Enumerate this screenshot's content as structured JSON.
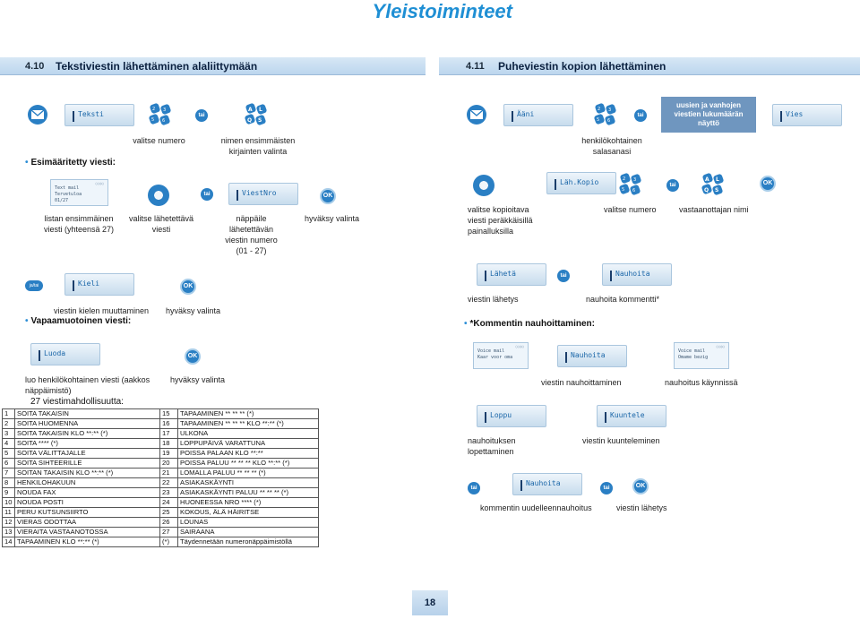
{
  "page": {
    "title": "Yleistoiminteet",
    "number": "18"
  },
  "icons": {
    "envelope": "envelope-icon",
    "keypad": "keypad-icon",
    "letters": "letters-icon",
    "nav": "navigator-icon",
    "ok": "ok-key-icon"
  },
  "left": {
    "section_number": "4.10",
    "section_title": "Tekstiviestin lähettäminen alaliittymään",
    "display_teksti": "Teksti",
    "or1": "tai",
    "lbl_valitse_numero": "valitse numero",
    "lbl_nimen": "nimen ensimmäisten kirjainten valinta",
    "head_predefined": "Esimääritetty viesti:",
    "screen_lines": [
      "Text mail",
      "Tervetuloa",
      "01/27"
    ],
    "or2": "tai",
    "display_viestnro": "ViestNro",
    "ok1": "OK",
    "lbl_listan": "listan ensimmäinen viesti (yhteensä 27)",
    "lbl_valitse_lahetettava": "valitse lähetettävä viesti",
    "lbl_nappaile": "näppäile lähetettävän viestin numero (01 - 27)",
    "lbl_hyvaksy1": "hyväksy valinta",
    "badge_ja_tai": "ja/tai",
    "display_kieli": "Kieli",
    "ok2": "OK",
    "lbl_kieli": "viestin kielen muuttaminen",
    "lbl_hyvaksy2": "hyväksy valinta",
    "head_free": "Vapaamuotoinen viesti:",
    "display_luoda": "Luoda",
    "ok3": "OK",
    "lbl_luo": "luo henkilökohtainen viesti (aakkos näppäimistö)",
    "lbl_hyvaksy3": "hyväksy valinta",
    "head_27": "27 viestimahdollisuutta:",
    "codes": [
      [
        "1",
        "SOITA TAKAISIN",
        "15",
        "TAPAAMINEN ** ** ** (*)"
      ],
      [
        "2",
        "SOITA HUOMENNA",
        "16",
        "TAPAAMINEN ** ** ** KLO **:** (*)"
      ],
      [
        "3",
        "SOITA TAKAISIN KLO **:** (*)",
        "17",
        "ULKONA"
      ],
      [
        "4",
        "SOITA **** (*)",
        "18",
        "LOPPUPÄIVÄ VARATTUNA"
      ],
      [
        "5",
        "SOITA VÄLITTAJALLE",
        "19",
        "POISSA PALAAN KLO **:**"
      ],
      [
        "6",
        "SOITA SIHTEERILLE",
        "20",
        "POISSA PALUU ** ** ** KLO **:** (*)"
      ],
      [
        "7",
        "SOITAN TAKAISIN KLO **:** (*)",
        "21",
        "LOMALLA PALUU ** ** ** (*)"
      ],
      [
        "8",
        "HENKILOHAKUUN",
        "22",
        "ASIAKASKÄYNTI"
      ],
      [
        "9",
        "NOUDA FAX",
        "23",
        "ASIAKASKÄYNTI PALUU ** ** ** (*)"
      ],
      [
        "10",
        "NOUDA POSTI",
        "24",
        "HUONEESSA NRO **** (*)"
      ],
      [
        "11",
        "PERU KUTSUNSIIRTO",
        "25",
        "KOKOUS, ÄLÄ HÄIRITSE"
      ],
      [
        "12",
        "VIERAS ODOTTAA",
        "26",
        "LOUNAS"
      ],
      [
        "13",
        "VIERAITA VASTAANOTOSSA",
        "27",
        "SAIRAANA"
      ],
      [
        "14",
        "TAPAAMINEN KLO **:** (*)",
        "(*)",
        "Täydennetään numeronäppäimistöllä"
      ]
    ]
  },
  "right": {
    "section_number": "4.11",
    "section_title": "Puheviestin kopion lähettäminen",
    "display_aani": "Ääni",
    "or1": "tai",
    "badge_text": "uusien ja vanhojen viestien lukumäärän näyttö",
    "display_vies": "Vies",
    "lbl_salasana": "henkilökohtainen salasanasi",
    "display_lahkopio": "Läh.Kopio",
    "or2": "tai",
    "ok1": "OK",
    "lbl_valitse_kopioitava": "valitse kopioitava viesti peräkkäisillä painalluksilla",
    "lbl_valitse_numero": "valitse numero",
    "lbl_vastaanottajan": "vastaanottajan nimi",
    "display_laheta": "Lähetä",
    "or3": "tai",
    "display_nauhoita": "Nauhoita",
    "lbl_viestin_lahetys": "viestin lähetys",
    "lbl_nauhoita_kommentti": "nauhoita kommentti*",
    "head_kommentin": "*Kommentin nauhoittaminen:",
    "screen1_lines": [
      "Voice mail",
      "Kaar voor oma"
    ],
    "display_nauhoita2": "Nauhoita",
    "screen2_lines": [
      "Voice mail",
      "Omame bezig"
    ],
    "lbl_viestin_nauhoittaminen": "viestin nauhoittaminen",
    "lbl_nauhoitus_kaynnissa": "nauhoitus käynnissä",
    "display_loppu": "Loppu",
    "display_kuuntele": "Kuuntele",
    "lbl_nauhoituksen": "nauhoituksen lopettaminen",
    "lbl_viestin_kuunteleminen": "viestin kuunteleminen",
    "or4": "tai",
    "display_nauhoita3": "Nauhoita",
    "or5": "tai",
    "ok2": "OK",
    "lbl_kommentin_uudelleen": "kommentin uudelleennauhoitus",
    "lbl_viestin_lahetys2": "viestin lähetys"
  }
}
